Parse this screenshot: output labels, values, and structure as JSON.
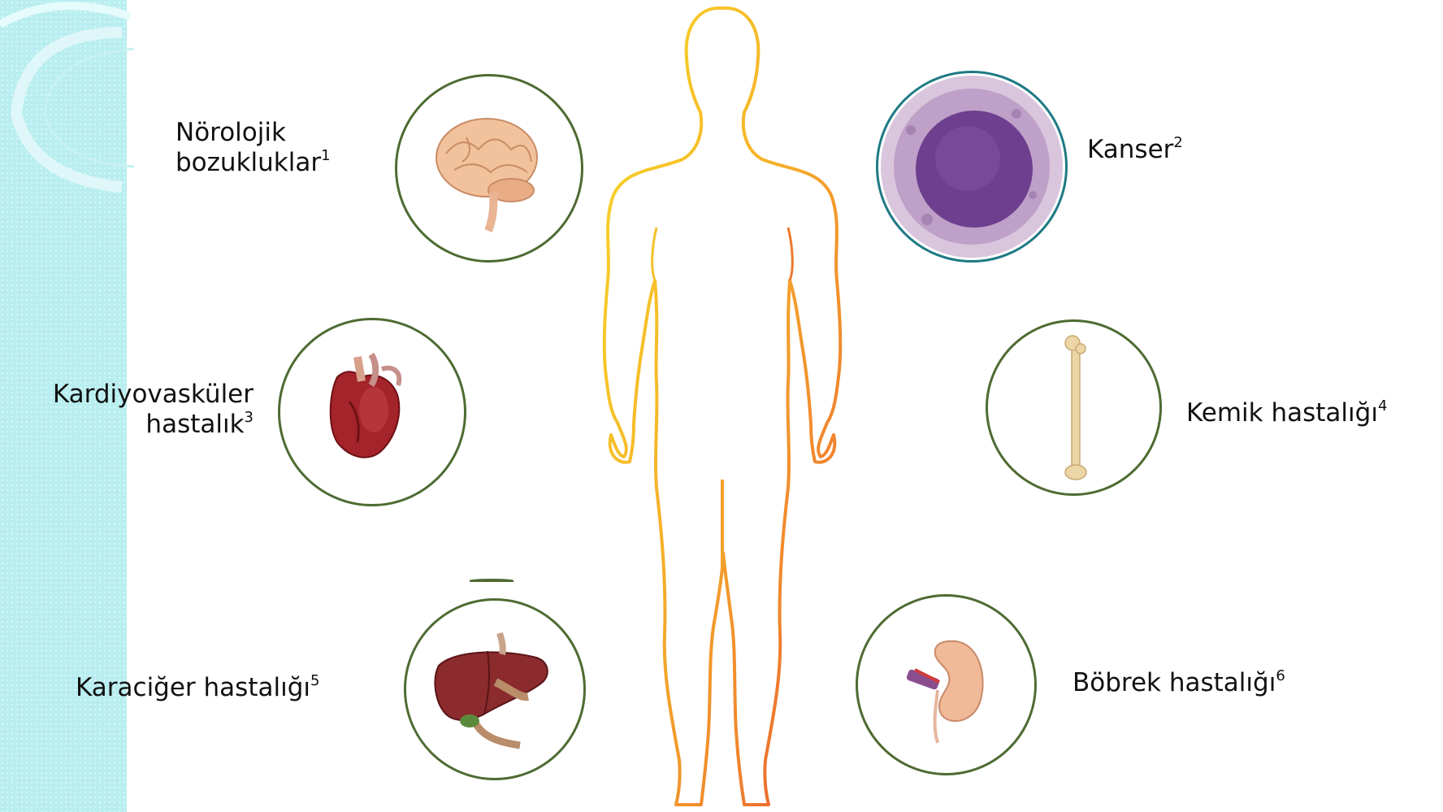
{
  "colors": {
    "band": "#b9eef0",
    "circle_border": "#4e6b32",
    "cancer_border": "#1f7a84",
    "outline_top": "#f7c62a",
    "outline_bottom": "#e24b2b"
  },
  "labels": {
    "neuro_line1": "Nörolojik",
    "neuro_line2": "bozukluklar",
    "neuro_ref": "1",
    "cancer": "Kanser",
    "cancer_ref": "2",
    "cardio_line1": "Kardiyovasküler",
    "cardio_line2": "hastalık",
    "cardio_ref": "3",
    "bone": "Kemik hastalığı",
    "bone_ref": "4",
    "liver": "Karaciğer hastalığı",
    "liver_ref": "5",
    "kidney": "Böbrek hastalığı",
    "kidney_ref": "6"
  },
  "icons": {
    "brain": "brain-icon",
    "cancer_cell": "cancer-cell-icon",
    "heart": "heart-icon",
    "bone": "bone-icon",
    "liver": "liver-icon",
    "kidney": "kidney-icon"
  }
}
